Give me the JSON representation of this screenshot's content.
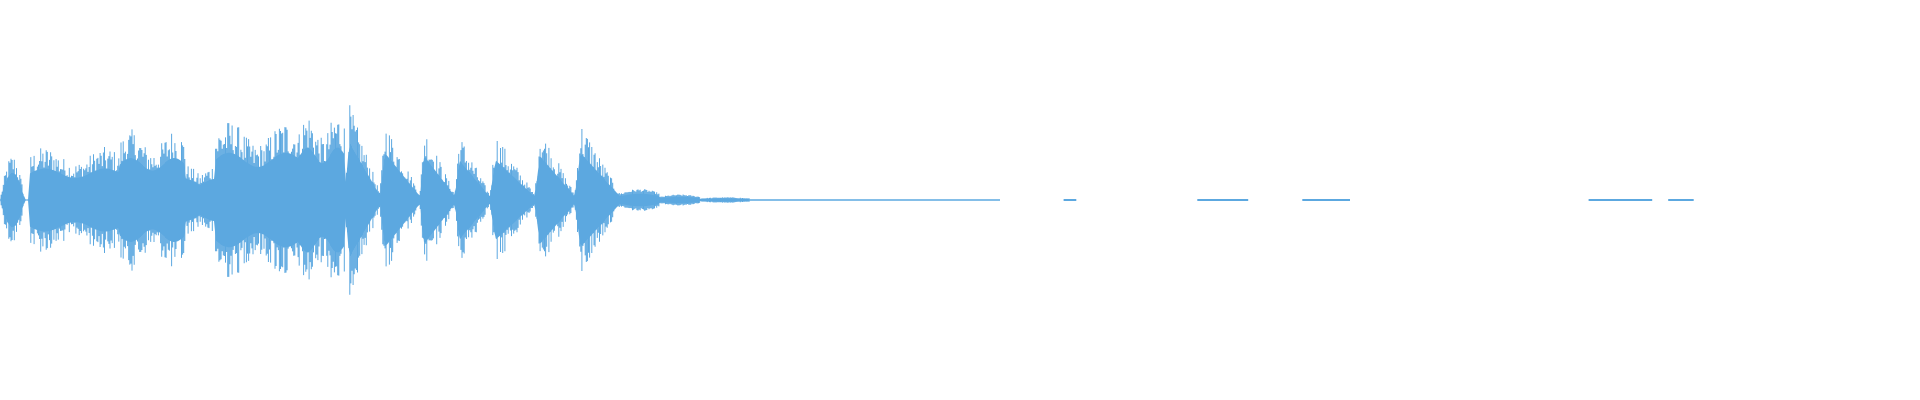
{
  "waveform": {
    "color": "#5ca8e0",
    "background": "#ffffff",
    "duration_fraction_with_audio": 0.52,
    "segments": [
      {
        "start": 0.0,
        "end": 0.03,
        "amp": 0.26,
        "shape": "burst"
      },
      {
        "start": 0.03,
        "end": 0.12,
        "amp": 0.3,
        "shape": "dense"
      },
      {
        "start": 0.12,
        "end": 0.185,
        "amp": 0.4,
        "shape": "dense"
      },
      {
        "start": 0.185,
        "end": 0.215,
        "amp": 0.2,
        "shape": "dip"
      },
      {
        "start": 0.215,
        "end": 0.3,
        "amp": 0.45,
        "shape": "dense"
      },
      {
        "start": 0.3,
        "end": 0.345,
        "amp": 0.5,
        "shape": "dense"
      },
      {
        "start": 0.345,
        "end": 0.38,
        "amp": 0.55,
        "shape": "decay"
      },
      {
        "start": 0.38,
        "end": 0.42,
        "amp": 0.45,
        "shape": "decay"
      },
      {
        "start": 0.42,
        "end": 0.455,
        "amp": 0.42,
        "shape": "decay"
      },
      {
        "start": 0.455,
        "end": 0.49,
        "amp": 0.38,
        "shape": "decay"
      },
      {
        "start": 0.49,
        "end": 0.535,
        "amp": 0.38,
        "shape": "decay"
      },
      {
        "start": 0.535,
        "end": 0.575,
        "amp": 0.42,
        "shape": "decay"
      },
      {
        "start": 0.575,
        "end": 0.62,
        "amp": 0.45,
        "shape": "decay"
      },
      {
        "start": 0.62,
        "end": 0.66,
        "amp": 0.06,
        "shape": "tail"
      },
      {
        "start": 0.66,
        "end": 0.7,
        "amp": 0.03,
        "shape": "tail"
      },
      {
        "start": 0.7,
        "end": 0.75,
        "amp": 0.015,
        "shape": "tail"
      }
    ],
    "blips": [
      {
        "start": 0.8,
        "end": 0.804,
        "amp": 0.004
      },
      {
        "start": 0.842,
        "end": 0.858,
        "amp": 0.004
      },
      {
        "start": 0.875,
        "end": 0.89,
        "amp": 0.004
      },
      {
        "start": 0.965,
        "end": 0.985,
        "amp": 0.004
      },
      {
        "start": 0.99,
        "end": 0.998,
        "amp": 0.004
      }
    ]
  }
}
